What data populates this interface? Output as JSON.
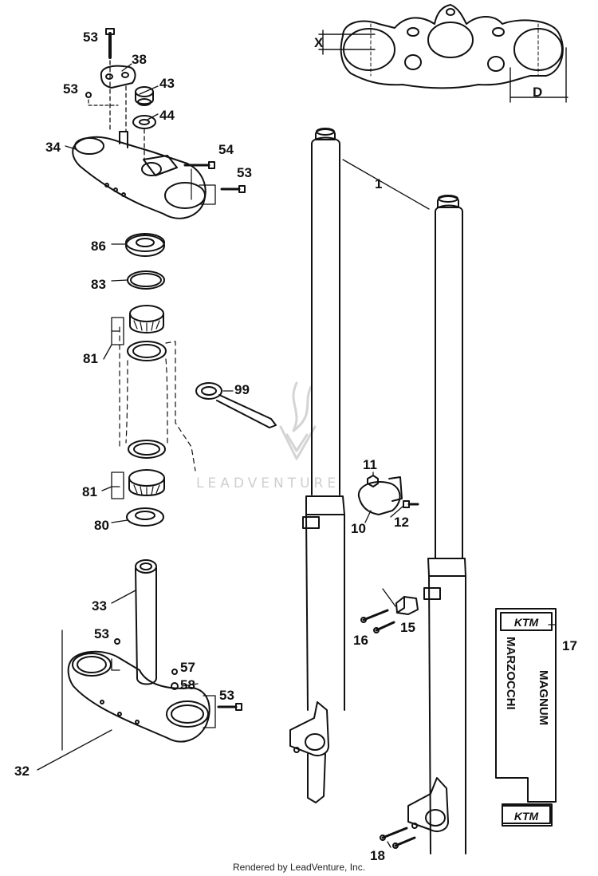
{
  "diagram": {
    "labels": {
      "l1": "1",
      "l10": "10",
      "l11": "11",
      "l12": "12",
      "l15": "15",
      "l16": "16",
      "l17": "17",
      "l18": "18",
      "l32": "32",
      "l33": "33",
      "l34": "34",
      "l38": "38",
      "l43": "43",
      "l44": "44",
      "l53a": "53",
      "l53b": "53",
      "l53c": "53",
      "l53d": "53",
      "l53e": "53",
      "l54": "54",
      "l57": "57",
      "l58": "58",
      "l80": "80",
      "l81a": "81",
      "l81b": "81",
      "l83": "83",
      "l86": "86",
      "l99": "99"
    },
    "dimension_labels": {
      "x": "X",
      "d": "D"
    },
    "decal_text": {
      "ktm_top": "KTM",
      "marzocchi": "MARZOCCHI",
      "magnum": "MAGNUM",
      "ktm_bottom": "KTM"
    },
    "watermark": "LEADVENTURE"
  },
  "footer": {
    "text": "Rendered by LeadVenture, Inc."
  }
}
